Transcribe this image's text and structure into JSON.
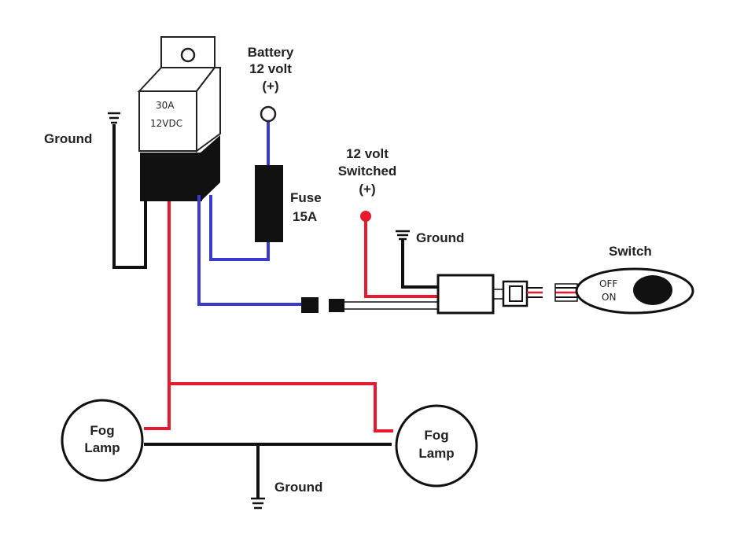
{
  "relay": {
    "amp_label": "30A",
    "voltage_label": "12VDC"
  },
  "battery": {
    "line1": "Battery",
    "line2": "12 volt",
    "line3": "(+)"
  },
  "fuse": {
    "line1": "Fuse",
    "line2": "15A"
  },
  "switched": {
    "line1": "12 volt",
    "line2": "Switched",
    "line3": "(+)"
  },
  "ground_labels": {
    "relay": "Ground",
    "harness": "Ground",
    "lamps": "Ground"
  },
  "switch": {
    "title": "Switch",
    "off_label": "OFF",
    "on_label": "ON"
  },
  "lamps": {
    "left_line1": "Fog",
    "left_line2": "Lamp",
    "right_line1": "Fog",
    "right_line2": "Lamp"
  },
  "colors": {
    "wire_red": "#e8192c",
    "wire_blue": "#3a3ad0",
    "wire_black": "#111111",
    "switched_dot": "#e8192c"
  }
}
